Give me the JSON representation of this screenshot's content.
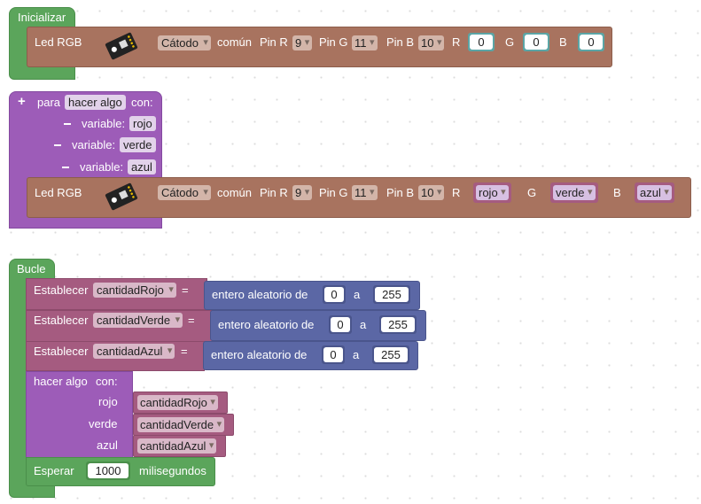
{
  "init_block": {
    "hat_label": "Inicializar",
    "led": {
      "label": "Led RGB",
      "mode": "Cátodo",
      "common": "común",
      "pin_r_label": "Pin R",
      "pin_r": "9",
      "pin_g_label": "Pin G",
      "pin_g": "11",
      "pin_b_label": "Pin B",
      "pin_b": "10",
      "r_label": "R",
      "r_value": "0",
      "g_label": "G",
      "g_value": "0",
      "b_label": "B",
      "b_value": "0"
    }
  },
  "function_block": {
    "plus_icon": "+",
    "para_label": "para",
    "name": "hacer algo",
    "con_label": "con:",
    "variables": [
      {
        "label": "variable:",
        "name": "rojo"
      },
      {
        "label": "variable:",
        "name": "verde"
      },
      {
        "label": "variable:",
        "name": "azul"
      }
    ],
    "led": {
      "label": "Led RGB",
      "mode": "Cátodo",
      "common": "común",
      "pin_r_label": "Pin R",
      "pin_r": "9",
      "pin_g_label": "Pin G",
      "pin_g": "11",
      "pin_b_label": "Pin B",
      "pin_b": "10",
      "r_label": "R",
      "r_value": "rojo",
      "g_label": "G",
      "g_value": "verde",
      "b_label": "B",
      "b_value": "azul"
    }
  },
  "loop_block": {
    "hat_label": "Bucle",
    "sets": [
      {
        "label": "Establecer",
        "var": "cantidadRojo",
        "eq": "=",
        "random_label": "entero aleatorio de",
        "from": "0",
        "a_label": "a",
        "to": "255"
      },
      {
        "label": "Establecer",
        "var": "cantidadVerde",
        "eq": "=",
        "random_label": "entero aleatorio de",
        "from": "0",
        "a_label": "a",
        "to": "255"
      },
      {
        "label": "Establecer",
        "var": "cantidadAzul",
        "eq": "=",
        "random_label": "entero aleatorio de",
        "from": "0",
        "a_label": "a",
        "to": "255"
      }
    ],
    "call": {
      "label": "hacer algo",
      "con_label": "con:",
      "args": [
        {
          "name": "rojo",
          "value": "cantidadRojo"
        },
        {
          "name": "verde",
          "value": "cantidadVerde"
        },
        {
          "name": "azul",
          "value": "cantidadAzul"
        }
      ]
    },
    "wait": {
      "label": "Esperar",
      "value": "1000",
      "unit": "milisegundos"
    }
  }
}
